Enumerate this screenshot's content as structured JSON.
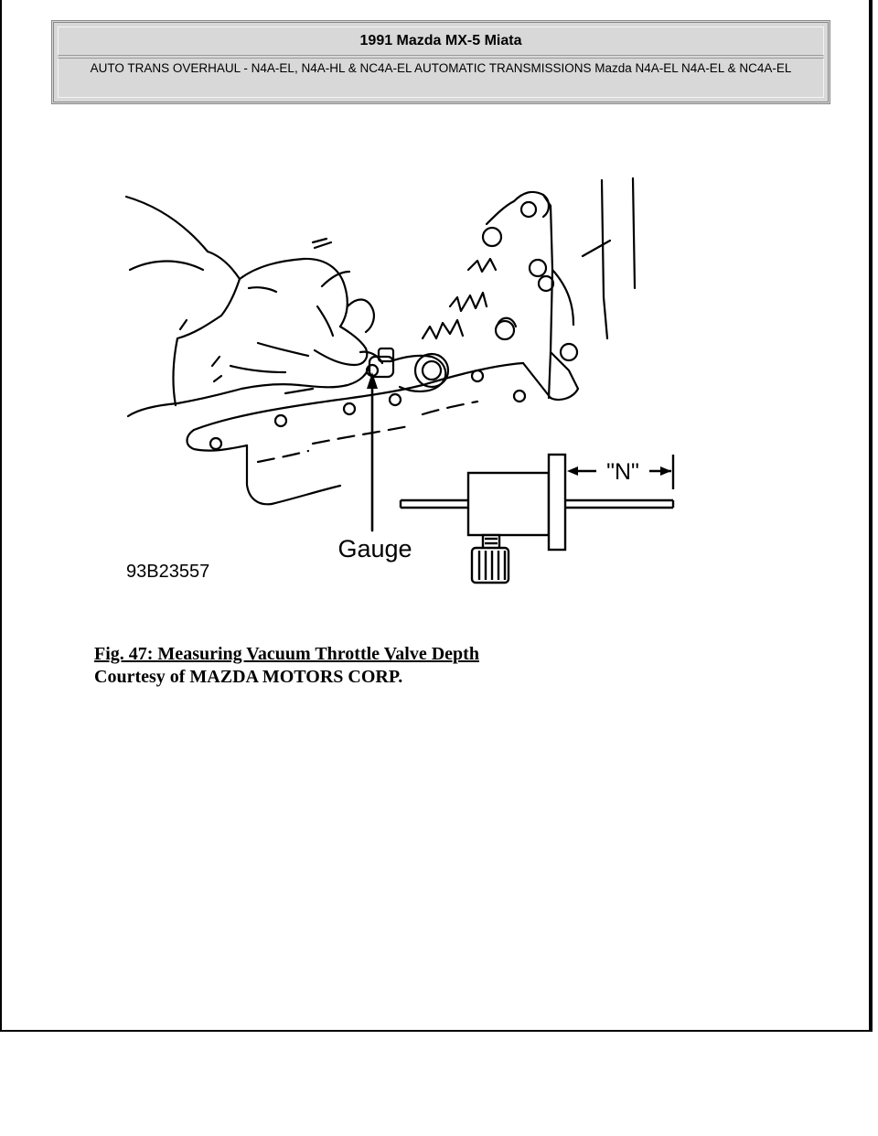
{
  "header": {
    "title": "1991 Mazda MX-5 Miata",
    "subtitle": "AUTO TRANS OVERHAUL - N4A-EL, N4A-HL & NC4A-EL AUTOMATIC TRANSMISSIONS Mazda N4A-EL N4A-EL & NC4A-EL"
  },
  "figure": {
    "code": "93B23557",
    "gauge_label": "Gauge",
    "dimension_label": "\"N\""
  },
  "caption": {
    "title": "Fig. 47: Measuring Vacuum Throttle Valve Depth",
    "credit": "Courtesy of MAZDA MOTORS CORP."
  }
}
